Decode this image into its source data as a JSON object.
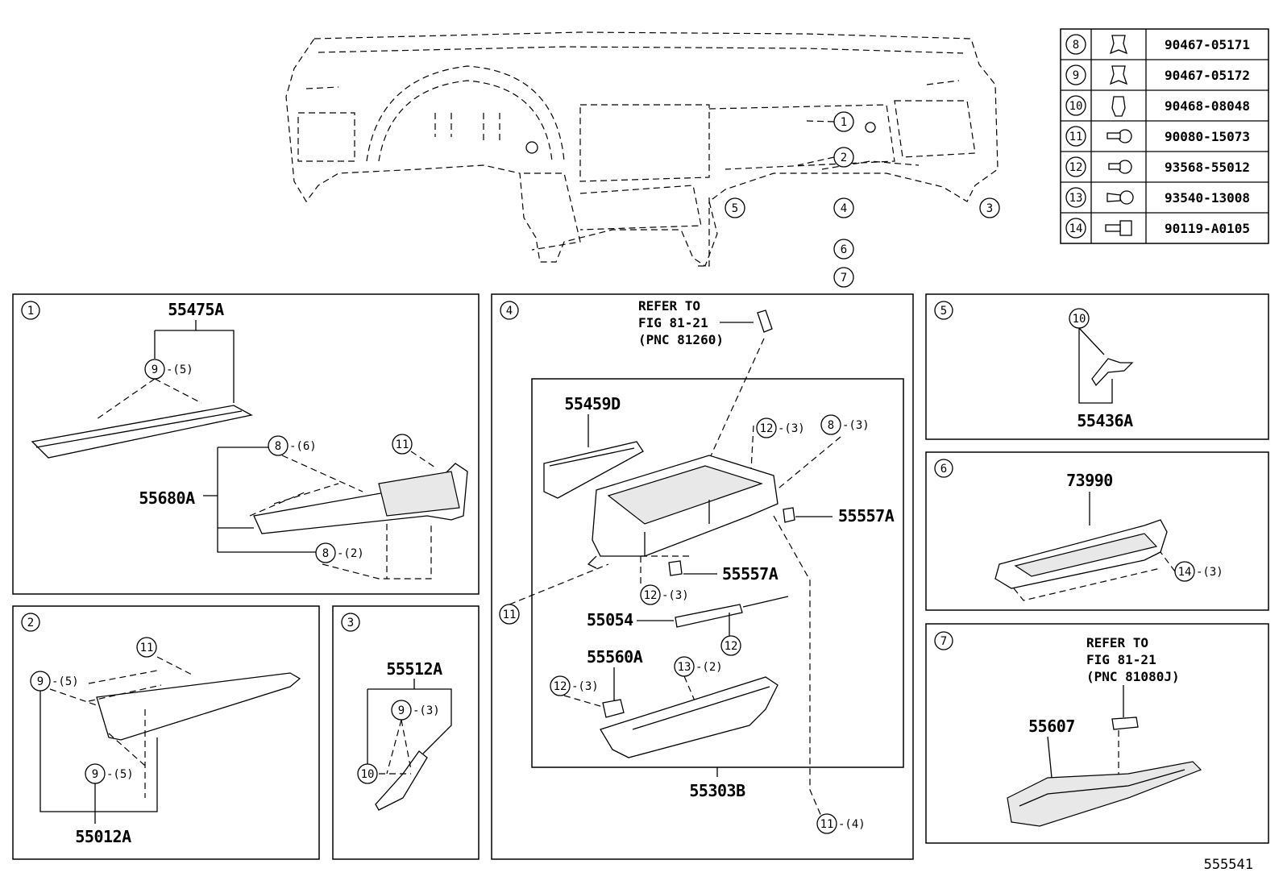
{
  "figure_id": "555541",
  "fastener_table": [
    {
      "num": "8",
      "part": "90467-05171"
    },
    {
      "num": "9",
      "part": "90467-05172"
    },
    {
      "num": "10",
      "part": "90468-08048"
    },
    {
      "num": "11",
      "part": "90080-15073"
    },
    {
      "num": "12",
      "part": "93568-55012"
    },
    {
      "num": "13",
      "part": "93540-13008"
    },
    {
      "num": "14",
      "part": "90119-A0105"
    }
  ],
  "overview_callouts": [
    "1",
    "2",
    "3",
    "4",
    "5",
    "6",
    "7"
  ],
  "panel1": {
    "num": "1",
    "p1": "55475A",
    "p2": "55680A",
    "c9": "9",
    "q9": "-(5)",
    "c8a": "8",
    "q8a": "-(6)",
    "c8b": "8",
    "q8b": "-(2)",
    "c11": "11"
  },
  "panel2": {
    "num": "2",
    "p1": "55012A",
    "c11": "11",
    "c9a": "9",
    "q9a": "-(5)",
    "c9b": "9",
    "q9b": "-(5)"
  },
  "panel3": {
    "num": "3",
    "p1": "55512A",
    "c9": "9",
    "q9": "-(3)",
    "c10": "10"
  },
  "panel4": {
    "num": "4",
    "ref1": "REFER TO",
    "ref2": "FIG 81-21",
    "ref3": "(PNC 81260)",
    "p1": "55459D",
    "p2": "55557A",
    "p3": "55557A",
    "p4": "55054",
    "p5": "55560A",
    "p6": "55303B",
    "c12a": "12",
    "q12a": "-(3)",
    "c8": "8",
    "q8": "-(3)",
    "c12b": "12",
    "q12b": "-(3)",
    "c11a": "11",
    "c12c": "12",
    "c12d": "12",
    "q12d": "-(3)",
    "c13": "13",
    "q13": "-(2)",
    "c11b": "11",
    "q11b": "-(4)"
  },
  "panel5": {
    "num": "5",
    "p1": "55436A",
    "c10": "10"
  },
  "panel6": {
    "num": "6",
    "p1": "73990",
    "c14": "14",
    "q14": "-(3)"
  },
  "panel7": {
    "num": "7",
    "ref1": "REFER TO",
    "ref2": "FIG 81-21",
    "ref3": "(PNC 81080J)",
    "p1": "55607"
  }
}
